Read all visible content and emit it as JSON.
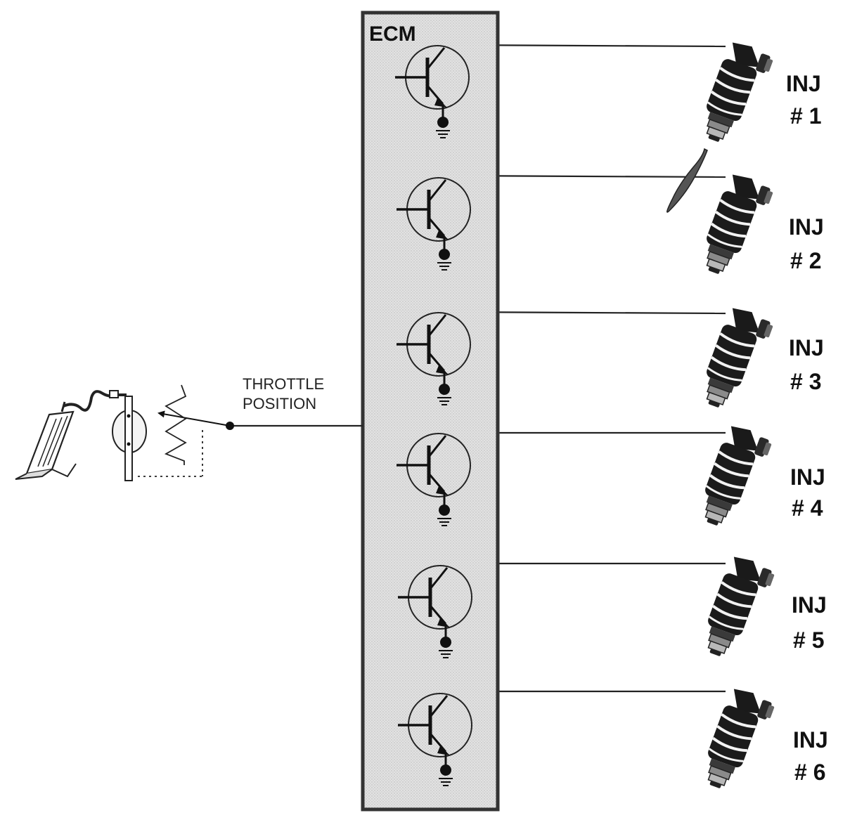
{
  "ecm": {
    "label": "ECM"
  },
  "throttle": {
    "label_line1": "THROTTLE",
    "label_line2": "POSITION"
  },
  "injectors": [
    {
      "name": "INJ",
      "number": "# 1",
      "spraying": true
    },
    {
      "name": "INJ",
      "number": "# 2",
      "spraying": false
    },
    {
      "name": "INJ",
      "number": "# 3",
      "spraying": false
    },
    {
      "name": "INJ",
      "number": "# 4",
      "spraying": false
    },
    {
      "name": "INJ",
      "number": "# 5",
      "spraying": false
    },
    {
      "name": "INJ",
      "number": "# 6",
      "spraying": false
    }
  ],
  "icons": [
    "accelerator-pedal-icon",
    "throttle-potentiometer-icon",
    "transistor-driver-icon",
    "fuel-injector-icon",
    "ground-icon"
  ]
}
